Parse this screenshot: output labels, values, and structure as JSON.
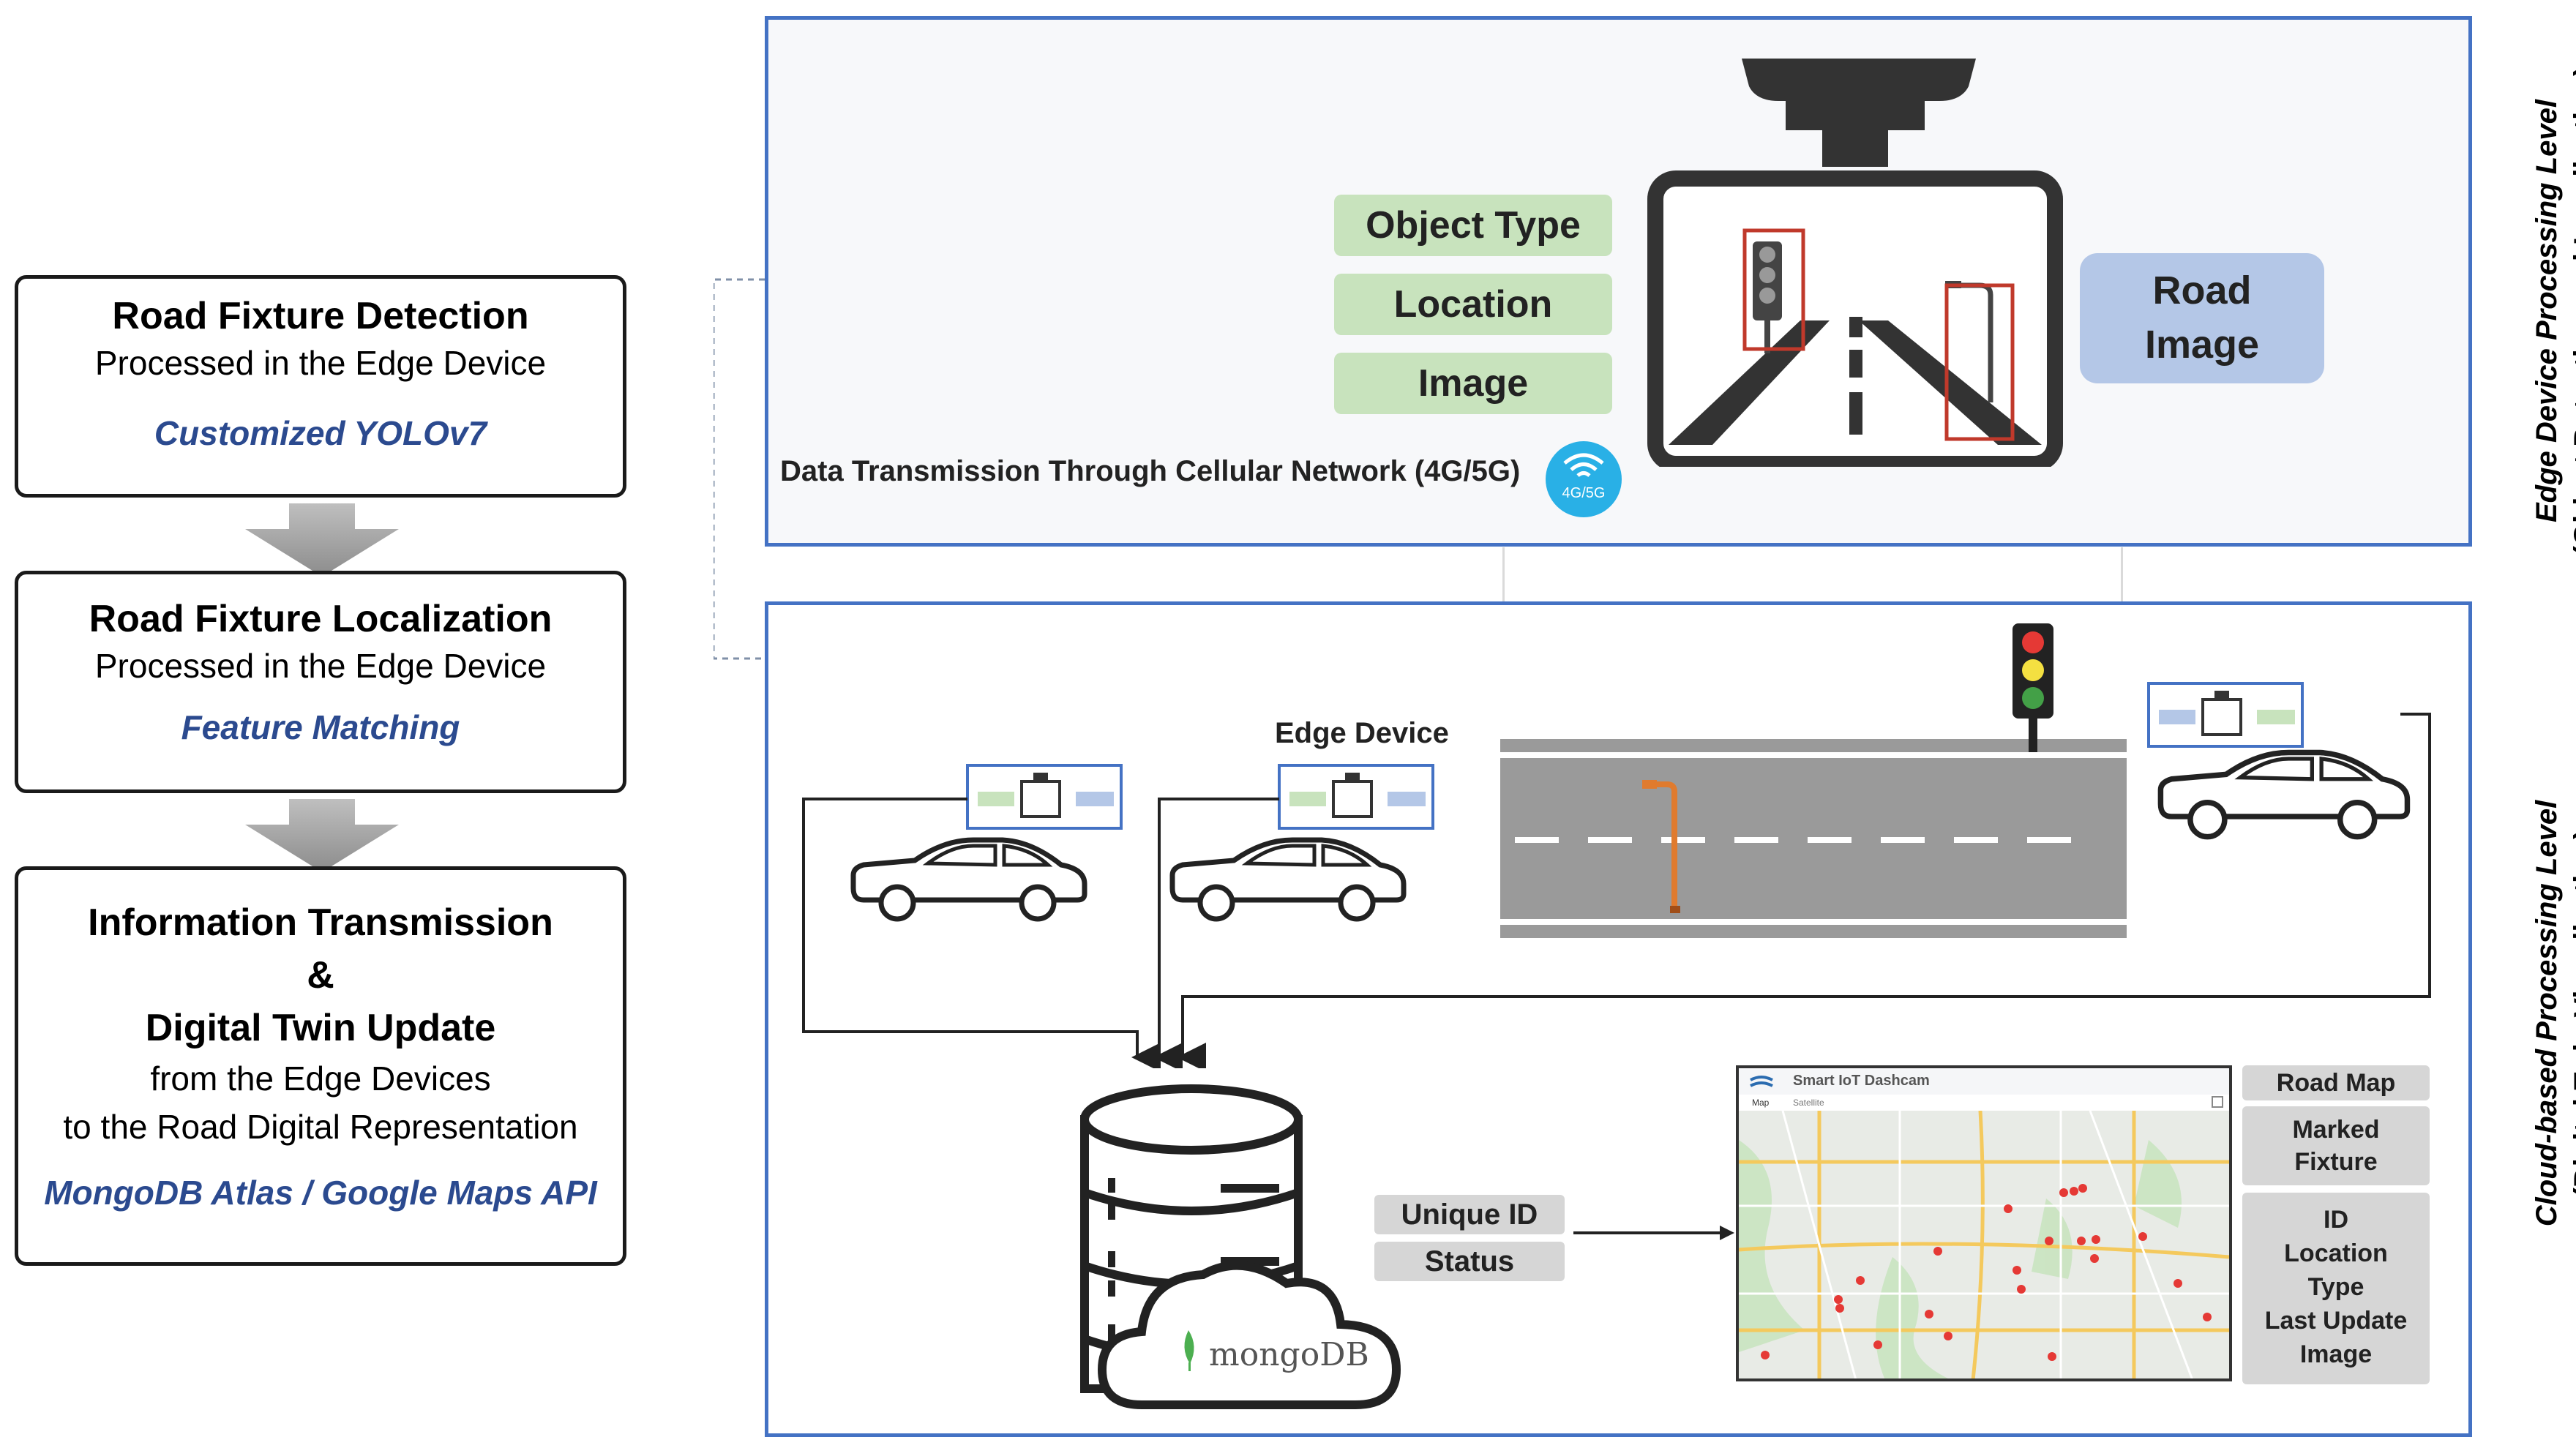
{
  "steps": [
    {
      "title": "Road Fixture Detection",
      "subtitle": "Processed in the Edge Device",
      "tech": "Customized YOLOv7"
    },
    {
      "title": "Road Fixture Localization",
      "subtitle": "Processed in the Edge Device",
      "tech": "Feature Matching"
    },
    {
      "title_lines": [
        "Information Transmission",
        "&",
        "Digital Twin Update"
      ],
      "subtitle_lines": [
        "from the Edge Devices",
        "to the Road Digital Representation"
      ],
      "tech": "MongoDB Atlas / Google Maps API"
    }
  ],
  "edge_panel": {
    "tags": [
      "Object Type",
      "Location",
      "Image"
    ],
    "road_image": [
      "Road",
      "Image"
    ],
    "transmission": "Data Transmission Through Cellular Network (4G/5G)",
    "badge": "4G/5G",
    "side_label": [
      "Edge Device Processing Level",
      "(Object Detection and Localization)"
    ]
  },
  "cloud_panel": {
    "edge_device_label": "Edge Device",
    "db_fields": [
      "Unique ID",
      "Status"
    ],
    "mongodb": "mongoDB",
    "map_title": "Smart IoT Dashcam",
    "map_tabs": [
      "Map",
      "Satellite"
    ],
    "map_items": [
      "Road Map",
      "Marked Fixture",
      "ID Location Type Last Update Image"
    ],
    "marked_fixture_lines": [
      "Marked",
      "Fixture"
    ],
    "detail_lines": [
      "ID",
      "Location",
      "Type",
      "Last Update",
      "Image"
    ],
    "side_label": [
      "Cloud-based Processing Level",
      "(Digital Twin Visualization)"
    ]
  },
  "colors": {
    "panel_border": "#4472c4",
    "tech_text": "#2b4a8f",
    "green_tag": "#c8e3bd",
    "blue_tag": "#b4c7e7",
    "grey_tag": "#d6d6d6"
  }
}
